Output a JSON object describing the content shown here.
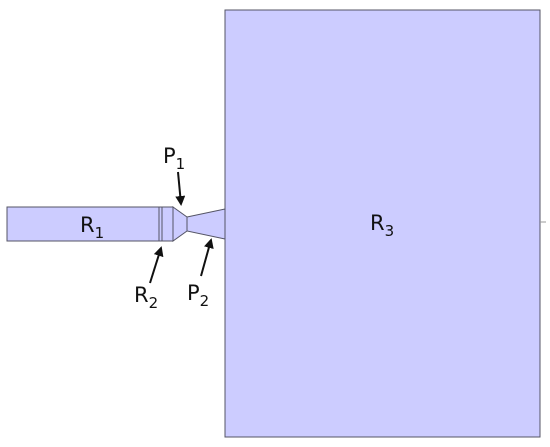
{
  "labels": {
    "r1": {
      "main": "R",
      "sub": "1"
    },
    "r2": {
      "main": "R",
      "sub": "2"
    },
    "r3": {
      "main": "R",
      "sub": "3"
    },
    "p1": {
      "main": "P",
      "sub": "1"
    },
    "p2": {
      "main": "P",
      "sub": "2"
    }
  },
  "colors": {
    "fill": "#ccccff",
    "stroke": "#555566",
    "text": "#111111"
  }
}
